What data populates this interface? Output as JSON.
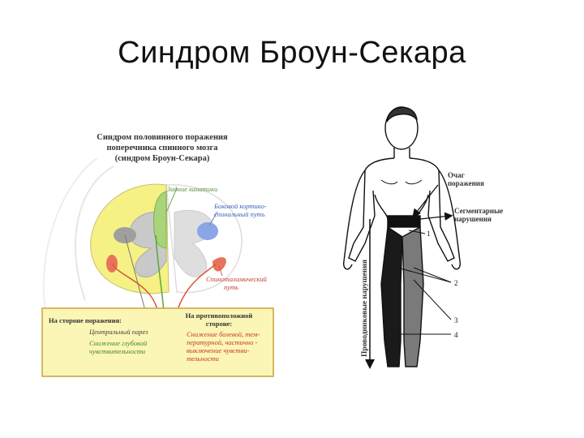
{
  "slide": {
    "title": "Синдром Броун-Секара"
  },
  "left_diagram": {
    "caption": [
      "Синдром половинного поражения",
      "поперечника спинного мозга",
      "(синдром Броун-Секара)"
    ],
    "label_posterior": "Задние канатики",
    "label_cortico": [
      "Боковой кортико-",
      "спинальный путь"
    ],
    "label_spinothalamic": [
      "Спиноталамический",
      "путь"
    ],
    "box_left_title": "На стороне поражения:",
    "box_left_item1": "Центральный парез",
    "box_left_item2": [
      "Снижение глубокой",
      "чувствительности"
    ],
    "box_right_title": [
      "На противоположной",
      "стороне:"
    ],
    "box_right_body": [
      "Снижение болевой, тем-",
      "пературной, частично -",
      "выключение чувстви-",
      "тельности"
    ]
  },
  "right_diagram": {
    "label_focus": [
      "Очаг",
      "поражения"
    ],
    "label_segmental": [
      "Сегментарные",
      "нарушения"
    ],
    "label_conduction": "Проводниковые нарушения",
    "marker_1": "1",
    "marker_2": "2",
    "marker_3": "3",
    "marker_4": "4"
  },
  "colors": {
    "white_matter": "#f6f184",
    "gray_matter": "#c9c9c9",
    "posterior_columns": "#a8d47a",
    "corticospinal": "#8aa6e6",
    "spinothalamic": "#e8735a",
    "box_fill": "#fbf5b6",
    "box_border": "#c9a43c",
    "red_path": "#d9583c",
    "green_path": "#5aa63c"
  }
}
